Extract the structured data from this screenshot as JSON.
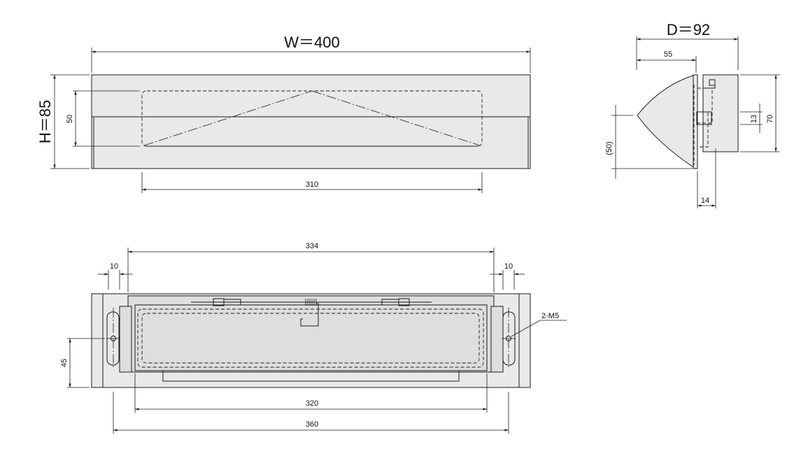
{
  "front_view": {
    "width_label": "W＝400",
    "height_label": "H＝85",
    "opening_height": "50",
    "opening_width": "310"
  },
  "side_view": {
    "depth_label": "D＝92",
    "flap_depth": "55",
    "flap_height": "(50)",
    "bracket_height": "70",
    "slot_height": "13",
    "wall_offset": "14"
  },
  "back_view": {
    "inner_span": "334",
    "left_margin": "10",
    "right_margin": "10",
    "hole_pitch_vertical": "45",
    "screw_callout": "2-M5",
    "frame_width": "320",
    "hole_pitch_horizontal": "360"
  }
}
